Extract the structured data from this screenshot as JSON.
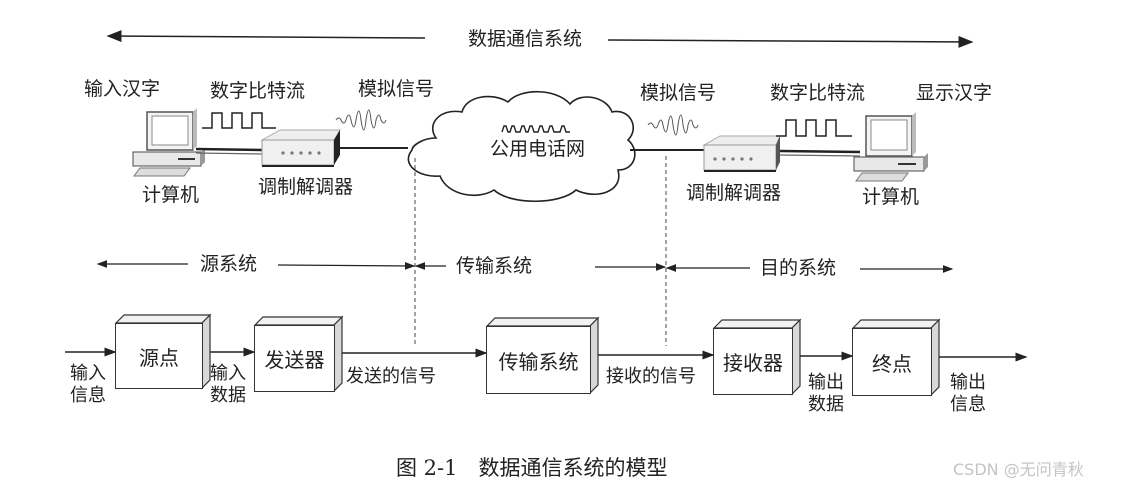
{
  "diagram": {
    "top_span": {
      "label": "数据通信系统"
    },
    "left_station": {
      "input_label": "输入汉字",
      "bitstream_label": "数字比特流",
      "analog_label": "模拟信号",
      "computer_label": "计算机",
      "modem_label": "调制解调器"
    },
    "network": {
      "label": "公用电话网"
    },
    "right_station": {
      "analog_label": "模拟信号",
      "bitstream_label": "数字比特流",
      "output_label": "显示汉字",
      "computer_label": "计算机",
      "modem_label": "调制解调器"
    },
    "subsystems": [
      {
        "label": "源系统"
      },
      {
        "label": "传输系统"
      },
      {
        "label": "目的系统"
      }
    ],
    "blocks": [
      {
        "label": "源点"
      },
      {
        "label": "发送器"
      },
      {
        "label": "传输系统"
      },
      {
        "label": "接收器"
      },
      {
        "label": "终点"
      }
    ],
    "flows": [
      {
        "label": "输入\n信息"
      },
      {
        "label": "输入\n数据"
      },
      {
        "label": "发送的信号"
      },
      {
        "label": "接收的信号"
      },
      {
        "label": "输出\n数据"
      },
      {
        "label": "输出\n信息"
      }
    ],
    "caption": "图 2-1　数据通信系统的模型",
    "watermark": "CSDN @无问青秋"
  }
}
